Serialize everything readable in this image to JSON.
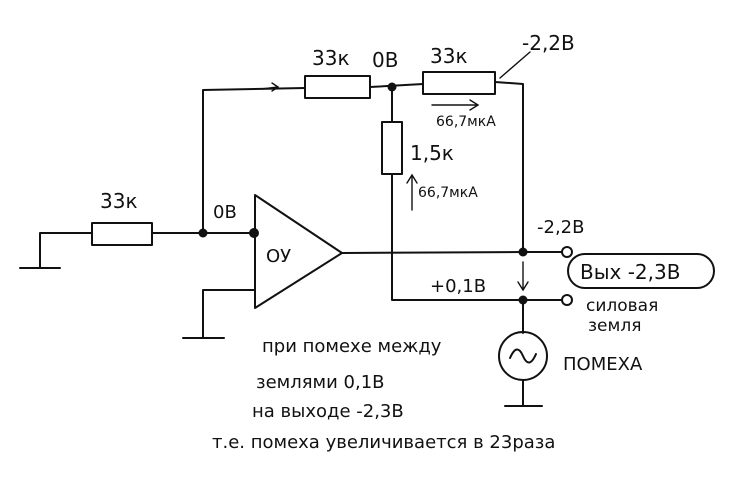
{
  "labels": {
    "r_top_left": "33к",
    "node_top": "0В",
    "r_top_right": "33к",
    "v_top_right": "-2,2В",
    "current_top": "66,7мкА",
    "r_mid": "1,5к",
    "current_mid": "66,7мкА",
    "r_input": "33к",
    "node_inv": "0В",
    "opamp": "ОУ",
    "v_out_node": "-2,2В",
    "vout_box": "Вых -2,3В",
    "v_ground": "+0,1В",
    "power_ground_1": "силовая",
    "power_ground_2": "земля",
    "noise_label": "ПОМЕХА"
  },
  "note": {
    "line1": "при помехе между",
    "line2": "землями 0,1В",
    "line3": "на выходе -2,3В",
    "line4": "т.е. помеха увеличивается в 23раза"
  }
}
